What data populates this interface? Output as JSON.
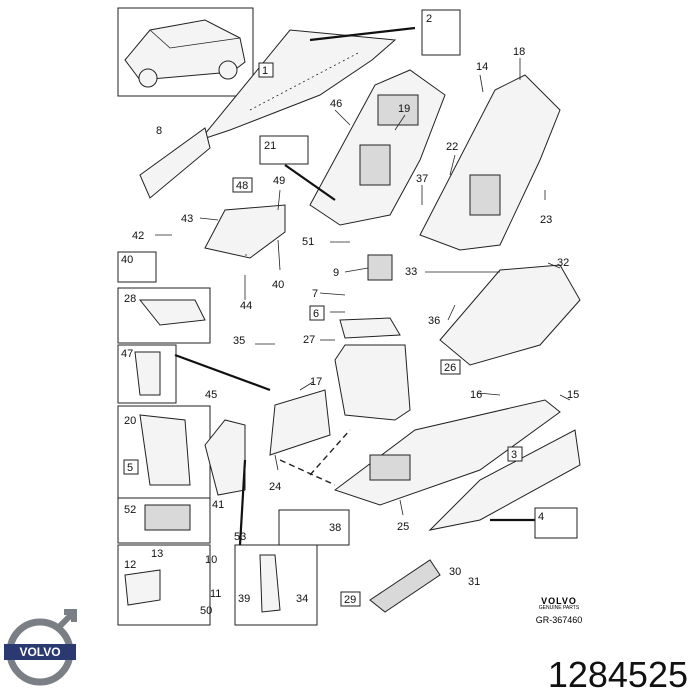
{
  "callouts": [
    "1",
    "2",
    "3",
    "4",
    "5",
    "6",
    "7",
    "8",
    "9",
    "10",
    "11",
    "12",
    "13",
    "14",
    "15",
    "16",
    "17",
    "18",
    "19",
    "20",
    "21",
    "22",
    "23",
    "24",
    "25",
    "26",
    "27",
    "28",
    "29",
    "30",
    "31",
    "32",
    "33",
    "34",
    "35",
    "36",
    "37",
    "38",
    "39",
    "40",
    "41",
    "42",
    "43",
    "44",
    "45",
    "46",
    "47",
    "48",
    "49",
    "50",
    "51",
    "52",
    "53"
  ],
  "boxed_callouts": [
    "1",
    "2",
    "3",
    "4",
    "5",
    "6",
    "21",
    "26",
    "28",
    "29",
    "38",
    "40",
    "47",
    "48",
    "52"
  ],
  "brand_footer": {
    "brand": "VOLVO",
    "subline": "GENUINE PARTS",
    "code": "GR-367460"
  },
  "logo_text": "VOLVO",
  "part_number": "1284525"
}
